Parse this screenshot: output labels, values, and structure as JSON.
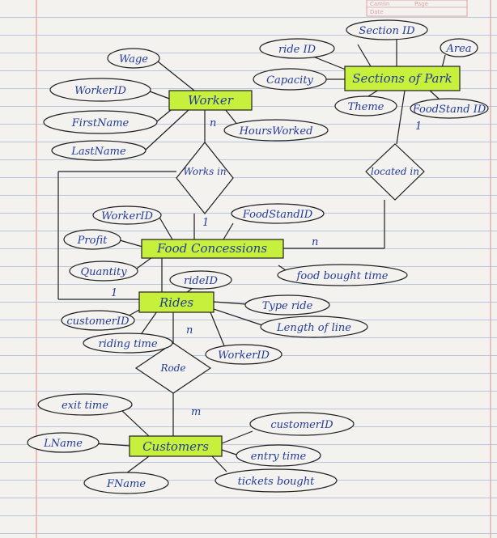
{
  "header": {
    "brand": "Camlin",
    "page_label": "Page",
    "date_label": "Date"
  },
  "colors": {
    "ink": "#233b9a",
    "outline": "#1f1f1f",
    "highlight": "#c6f03b",
    "margin": "#e2a0a0",
    "rule": "#b9c7dc"
  },
  "entities": {
    "worker": "Worker",
    "sections": "Sections of Park",
    "food": "Food Concessions",
    "rides": "Rides",
    "customers": "Customers"
  },
  "relationships": {
    "works_in": "Works in",
    "located_in": "located in",
    "rode": "Rode"
  },
  "attributes": {
    "wage": "Wage",
    "worker_id": "WorkerID",
    "first_name": "FirstName",
    "last_name": "LastName",
    "hours_worked": "HoursWorked",
    "ride_id_sec": "ride ID",
    "section_id": "Section ID",
    "area": "Area",
    "capacity": "Capacity",
    "theme": "Theme",
    "foodstand_id_sec": "FoodStand ID",
    "fc_worker_id": "WorkerID",
    "fc_foodstand_id": "FoodStandID",
    "profit": "Profit",
    "quantity": "Quantity",
    "food_bought_time": "food bought time",
    "rides_ride_id": "rideID",
    "customer_id_rides": "customerID",
    "riding_time": "riding time",
    "type_ride": "Type ride",
    "length_of_line": "Length of line",
    "rides_worker_id": "WorkerID",
    "exit_time": "exit time",
    "lname": "LName",
    "fname": "FName",
    "cust_customer_id": "customerID",
    "entry_time": "entry time",
    "tickets_bought": "tickets bought"
  },
  "cardinalities": {
    "worker_works": "n",
    "works_food": "1",
    "sections_located": "1",
    "located_food": "n",
    "food_rides": "1",
    "rides_rode": "n",
    "rode_customers": "m"
  }
}
